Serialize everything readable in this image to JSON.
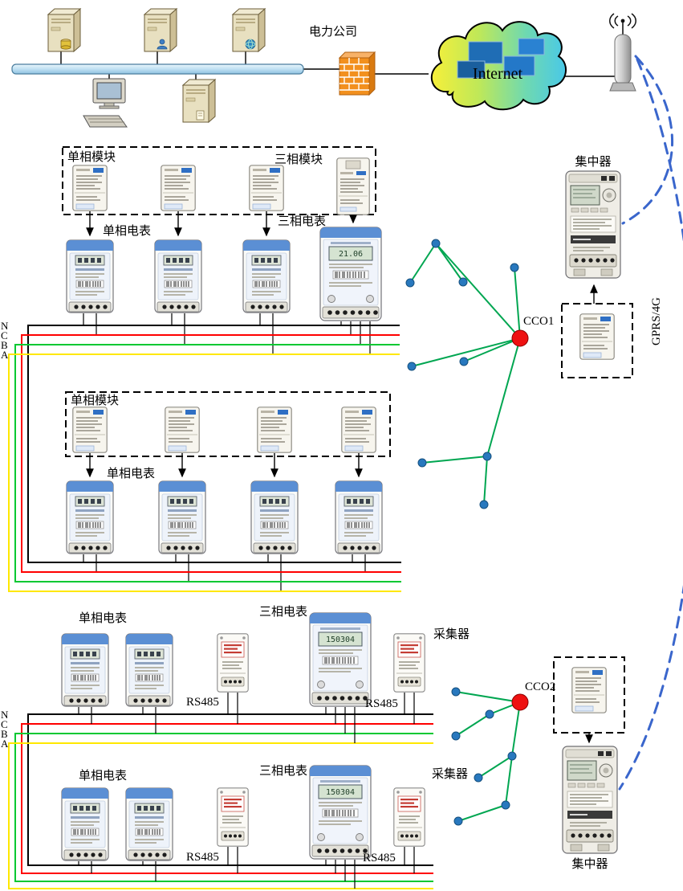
{
  "top": {
    "power_company_label": "电力公司",
    "internet_label": "Internet",
    "gprs_label": "GPRS/4G"
  },
  "labels": {
    "single_phase_module": "单相模块",
    "three_phase_module": "三相模块",
    "single_phase_meter": "单相电表",
    "three_phase_meter": "三相电表",
    "concentrator": "集中器",
    "collector": "采集器",
    "rs485": "RS485"
  },
  "plc": {
    "cco1": "CCO1",
    "cco2": "CCO2"
  },
  "phases": {
    "n": "N",
    "c": "C",
    "b": "B",
    "a": "A"
  },
  "meters": {
    "lcd_top": "21.06",
    "lcd_bottom": "150304"
  },
  "colors": {
    "phase_n": "#000000",
    "phase_c": "#ff0000",
    "phase_b": "#00c832",
    "phase_a": "#ffe800",
    "plc_tree": "#00a651",
    "plc_node": "#2878be",
    "cco_node": "#ee1111",
    "wireless_link": "#3a66cc"
  }
}
